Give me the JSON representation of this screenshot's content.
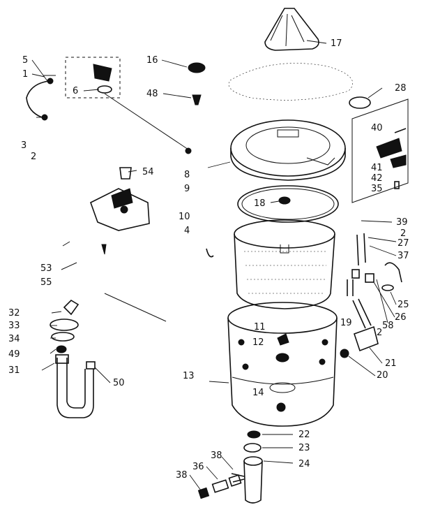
{
  "callouts": [
    "5",
    "1",
    "6",
    "3",
    "2",
    "16",
    "48",
    "8",
    "9",
    "54",
    "10",
    "4",
    "53",
    "55",
    "32",
    "33",
    "34",
    "49",
    "31",
    "50",
    "17",
    "28",
    "40",
    "41",
    "42",
    "35",
    "39",
    "2",
    "27",
    "37",
    "18",
    "25",
    "26",
    "58",
    "19",
    "2",
    "21",
    "20",
    "11",
    "12",
    "13",
    "14",
    "22",
    "23",
    "24",
    "38",
    "36",
    "38"
  ]
}
